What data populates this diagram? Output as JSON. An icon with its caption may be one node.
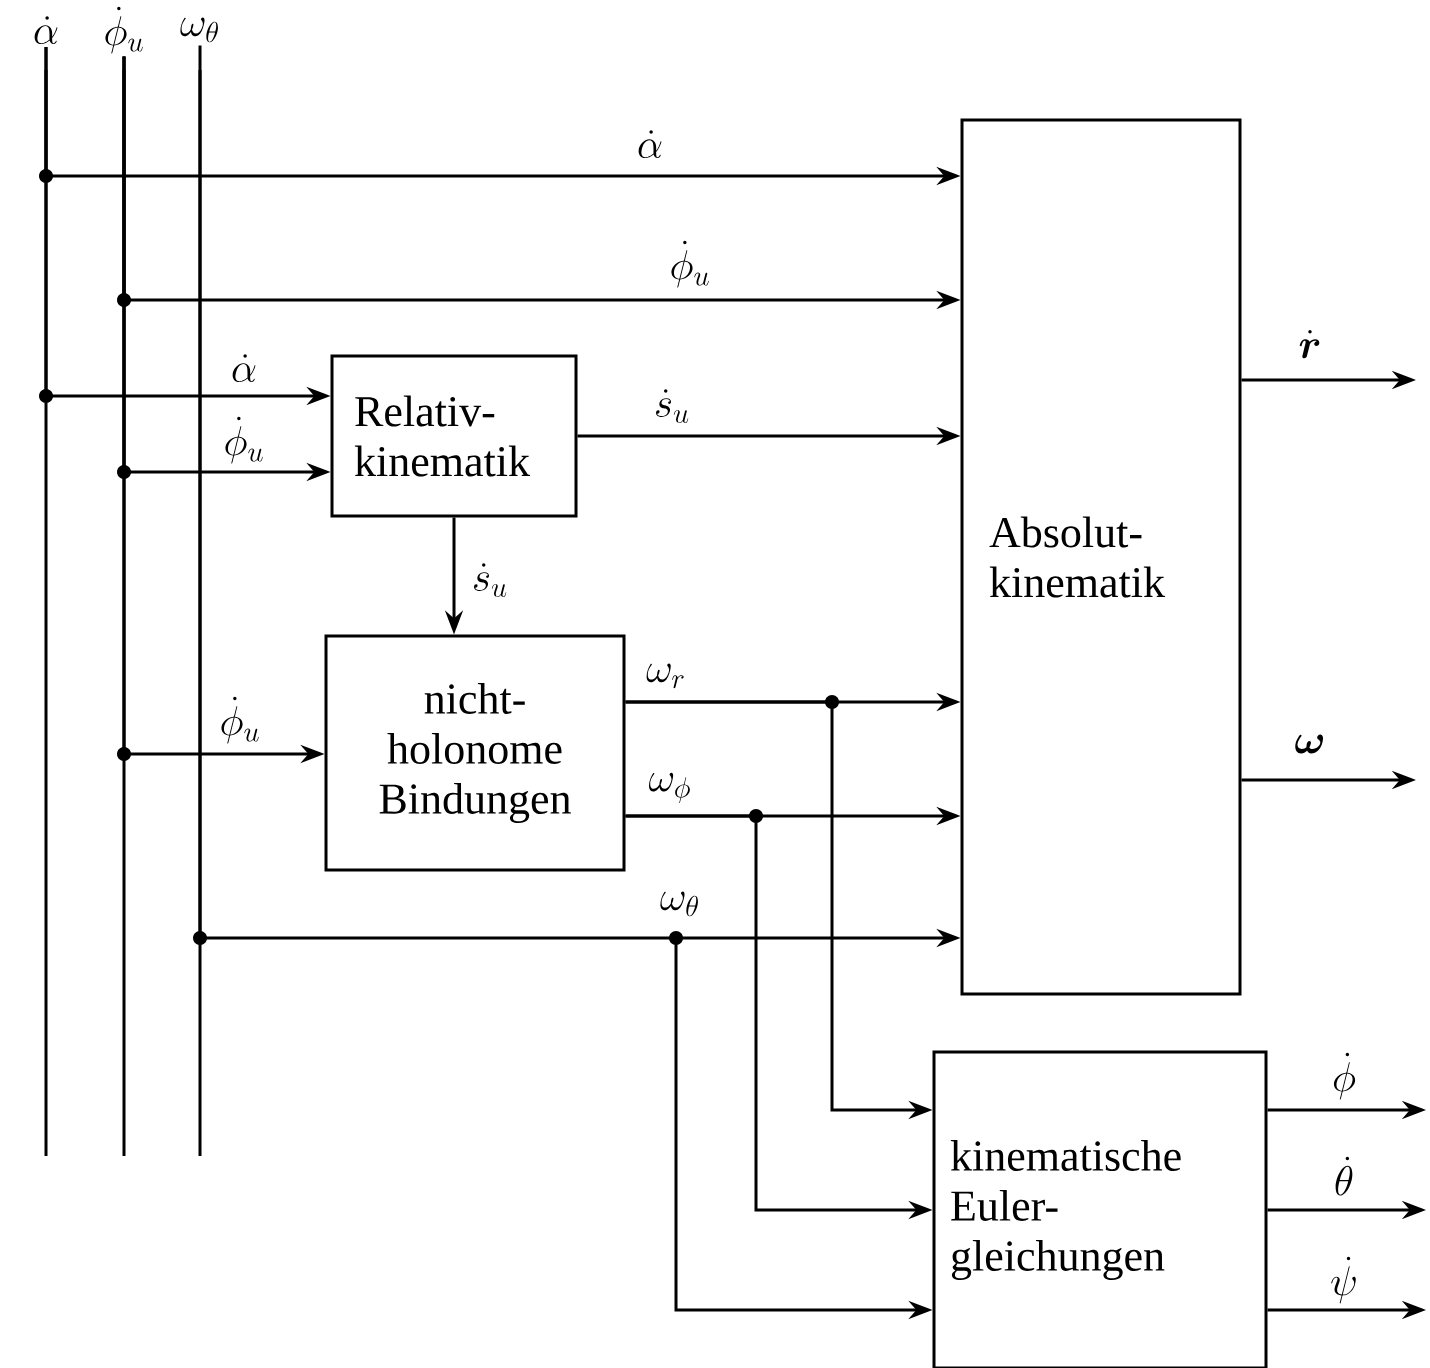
{
  "diagram": {
    "nodes": [
      {
        "text": [
          "\\dot{\\alpha}"
        ]
      },
      {
        "text": [
          "\\dot{\\phi}_u"
        ]
      },
      {
        "text": [
          "\\omega_\\theta"
        ]
      },
      {
        "text": [
          "Relativ- kinematik"
        ]
      },
      {
        "text": [
          "nicht- holonome Bindungen"
        ]
      },
      {
        "text": [
          "Absolut- kinematik"
        ]
      },
      {
        "text": [
          "kinematische Euler- gleichungen"
        ]
      }
    ],
    "edges": [
      {
        "from": 0,
        "to": 5,
        "arrow": "to",
        "label": "\\dot{\\alpha}"
      },
      {
        "from": 1,
        "to": 5,
        "arrow": "to",
        "label": "\\dot{\\phi}_u"
      },
      {
        "from": 0,
        "to": 3,
        "arrow": "to",
        "label": "\\dot{\\alpha}"
      },
      {
        "from": 1,
        "to": 3,
        "arrow": "to",
        "label": "\\dot{\\phi}_u"
      },
      {
        "from": 3,
        "to": 5,
        "arrow": "to",
        "label": "\\dot{s}_u"
      },
      {
        "from": 3,
        "to": 4,
        "arrow": "to",
        "label": "\\dot{s}_u"
      },
      {
        "from": 1,
        "to": 4,
        "arrow": "to",
        "label": "\\dot{\\phi}_u"
      },
      {
        "from": 4,
        "to": 5,
        "arrow": "to",
        "label": "\\omega_r"
      },
      {
        "from": 4,
        "to": 5,
        "arrow": "to",
        "label": "\\omega_\\phi"
      },
      {
        "from": 2,
        "to": 5,
        "arrow": "to",
        "label": "\\omega_\\theta"
      },
      {
        "from": 4,
        "to": 6,
        "arrow": "to"
      },
      {
        "from": 4,
        "to": 6,
        "arrow": "to"
      },
      {
        "from": 2,
        "to": 6,
        "arrow": "to"
      },
      {
        "from": 5,
        "to": null,
        "arrow": "to",
        "label": "\\dot{\\boldsymbol{r}}"
      },
      {
        "from": 5,
        "to": null,
        "arrow": "to",
        "label": "\\boldsymbol{\\omega}"
      },
      {
        "from": 6,
        "to": null,
        "arrow": "to",
        "label": "\\dot{\\phi}"
      },
      {
        "from": 6,
        "to": null,
        "arrow": "to",
        "label": "\\dot{\\theta}"
      },
      {
        "from": 6,
        "to": null,
        "arrow": "to",
        "label": "\\dot{\\psi}"
      }
    ]
  }
}
